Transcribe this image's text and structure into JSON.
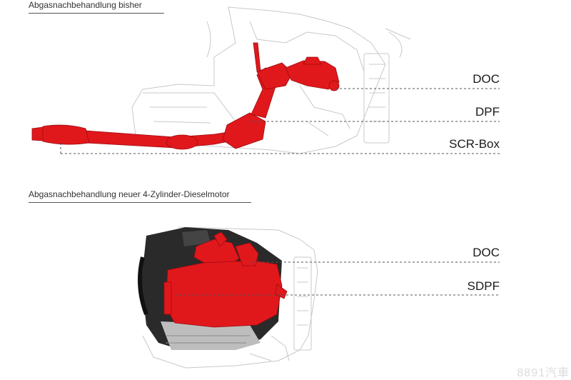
{
  "figures": [
    {
      "title": "Abgasnachbehandlung bisher",
      "labels": [
        "DOC",
        "DPF",
        "SCR-Box"
      ]
    },
    {
      "title": "Abgasnachbehandlung neuer 4-Zylinder-Dieselmotor",
      "labels": [
        "DOC",
        "SDPF"
      ]
    }
  ],
  "watermark": "8891汽車",
  "colors": {
    "exhaust_red": "#e0181c",
    "outline_gray": "#c8c8c8",
    "leader_line": "#555555",
    "engine_dark": "#2a2a2a"
  }
}
